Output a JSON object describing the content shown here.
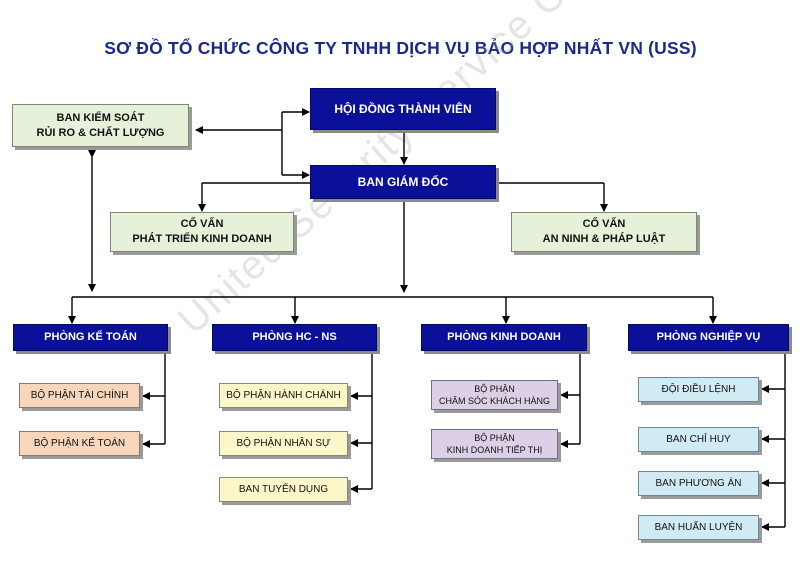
{
  "title": "SƠ ĐỒ TỔ CHỨC CÔNG TY TNHH DỊCH VỤ BẢO HỢP NHẤT VN (USS)",
  "watermark": "United Security Service Co., Ltd",
  "nodes": {
    "hoi_dong": "HỘI ĐỒNG THÀNH VIÊN",
    "ban_kiem_soat": "BAN KIỂM SOÁT\nRỦI RO & CHẤT LƯỢNG",
    "ban_giam_doc": "BAN GIÁM ĐỐC",
    "co_van_kd": "CỐ VẤN\nPHÁT TRIỂN KINH DOANH",
    "co_van_an_ninh": "CỐ VẤN\nAN NINH & PHÁP LUẬT",
    "phong_ke_toan": "PHÒNG KẾ TOÁN",
    "phong_hc_ns": "PHÒNG HC - NS",
    "phong_kinh_doanh": "PHÒNG KINH DOANH",
    "phong_nghiep_vu": "PHÒNG NGHIỆP VỤ",
    "bp_tai_chinh": "BỘ PHẬN TÀI CHÍNH",
    "bp_ke_toan": "BỘ PHẬN KẾ TOÁN",
    "bp_hanh_chanh": "BỘ PHẬN HÀNH CHÁNH",
    "bp_nhan_su": "BỘ PHẬN NHÂN SỰ",
    "ban_tuyen_dung": "BAN TUYỂN DỤNG",
    "bp_cham_soc": "BỘ PHẬN\nCHĂM SÓC KHÁCH HÀNG",
    "bp_kd_tiep_thi": "BỘ PHẬN\nKINH DOANH TIẾP THỊ",
    "doi_dieu_lenh": "ĐỘI ĐIỀU LỆNH",
    "ban_chi_huy": "BAN CHỈ HUY",
    "ban_phuong_an": "BAN PHƯƠNG ÁN",
    "ban_huan_luyen": "BAN HUẤN LUYỆN"
  },
  "colors": {
    "executive": "#0b1099",
    "advisory": "#e6f1da",
    "accounting": "#f8d6bc",
    "hr": "#fcf6c8",
    "sales": "#dcd0e6",
    "operations": "#d0ebf4",
    "title": "#1a2a8a"
  }
}
